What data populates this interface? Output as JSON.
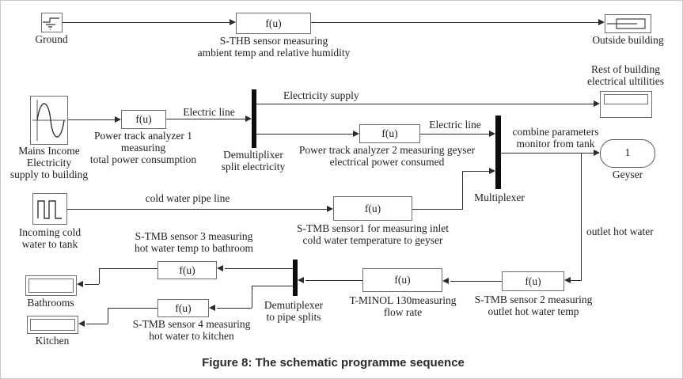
{
  "colors": {
    "wire": "#2b2b2b",
    "block_border": "#6e6e6e",
    "bar": "#0d0d0d",
    "text": "#1f1f1f"
  },
  "fu": "f(u)",
  "caption": "Figure 8: The schematic programme sequence",
  "top": {
    "ground": "Ground",
    "sthb_label": "S-THB sensor measuring\nambient temp and relative humidity",
    "outside": "Outside building"
  },
  "power": {
    "mains_label": "Mains Income\nElectricity\nsupply to building",
    "pta1_label": "Power track analyzer 1\nmeasuring\ntotal power consumption",
    "electric_line_1": "Electric line",
    "demux_label": "Demultiplixer\nsplit electricity",
    "electricity_supply": "Electricity supply",
    "rest_label": "Rest of building\nelectrical ultilities",
    "pta2_label": "Power track analyzer 2 measuring geyser\nelectrical power consumed",
    "electric_line_2": "Electric line",
    "combine_label": "combine parameters\nmonitor from tank",
    "mux_label": "Multiplexer",
    "geyser_port": "1",
    "geyser_label": "Geyser"
  },
  "water": {
    "incoming_label": "Incoming cold\nwater to tank",
    "cold_pipe_label": "cold water pipe line",
    "stmb1_label": "S-TMB sensor1 for measuring inlet\ncold water temperature to geyser",
    "outlet_label": "outlet hot water",
    "stmb2_label": "S-TMB sensor 2 measuring\noutlet hot water temp",
    "tminol_label": "T-MINOL 130measuring\nflow rate",
    "demux2_label": "Demutiplexer\nto pipe splits",
    "stmb3_label": "S-TMB sensor 3 measuring\nhot water temp to bathroom",
    "bathrooms_label": "Bathrooms",
    "stmb4_label": "S-TMB sensor 4 measuring\nhot water to kitchen",
    "kitchen_label": "Kitchen"
  }
}
